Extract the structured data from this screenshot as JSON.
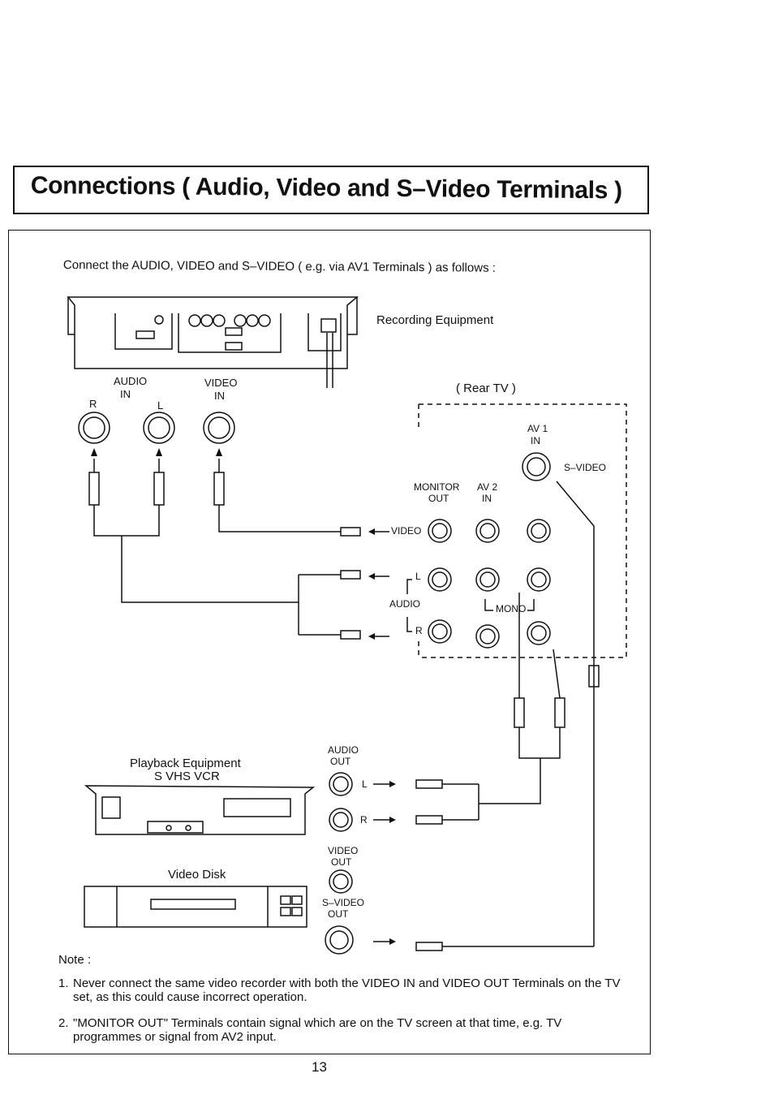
{
  "title": "Connections ( Audio, Video and S–Video Terminals )",
  "intro": "Connect the AUDIO, VIDEO and S–VIDEO ( e.g. via AV1 Terminals ) as follows :",
  "diagram": {
    "recording_equipment": "Recording Equipment",
    "audio_in": [
      "AUDIO",
      "IN"
    ],
    "video_in": [
      "VIDEO",
      "IN"
    ],
    "r": "R",
    "l": "L",
    "rear_tv": "( Rear TV )",
    "av1_in": [
      "AV 1",
      "IN"
    ],
    "s_video": "S–VIDEO",
    "monitor_out": [
      "MONITOR",
      "OUT"
    ],
    "av2_in": [
      "AV 2",
      "IN"
    ],
    "video_arrow": "VIDEO",
    "audio": "AUDIO",
    "mono": "MONO",
    "playback_equipment": "Playback Equipment",
    "svhs_vcr": "S VHS VCR",
    "audio_out": [
      "AUDIO",
      "OUT"
    ],
    "video_out": [
      "VIDEO",
      "OUT"
    ],
    "s_video_out": [
      "S–VIDEO",
      "OUT"
    ],
    "video_disk": "Video Disk"
  },
  "notes": {
    "heading": "Note :",
    "items": [
      {
        "num": "1.",
        "text": "Never connect the same video recorder with both the VIDEO IN and VIDEO OUT Terminals on the TV set, as this could cause incorrect operation."
      },
      {
        "num": "2.",
        "text": "\"MONITOR OUT\" Terminals contain signal which are on the TV screen at that time, e.g. TV programmes or signal from AV2 input."
      }
    ]
  },
  "page_number": "13"
}
